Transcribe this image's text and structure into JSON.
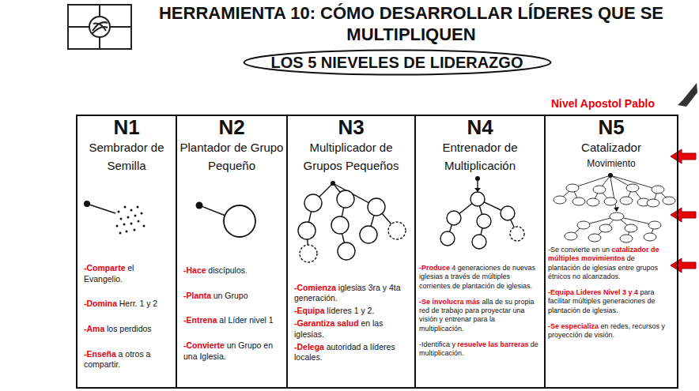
{
  "diagram": {
    "title": "HERRAMIENTA 10: CÓMO DESARROLLAR LÍDERES QUE SE MULTIPLIQUEN",
    "nodes": [
      {
        "text": [
          "LOS 5 NIEVELES DE LIDERAZGO"
        ]
      },
      {
        "text": [
          "N1",
          "Sembrador de Semilla",
          "-Comparte",
          "el Evangelio.",
          "-Domina",
          "Herr. 1 y 2",
          "-Ama",
          "los perdidos",
          "-Enseña",
          "a otros a compartir."
        ]
      },
      {
        "text": [
          "N2",
          "Plantador de Grupo Pequeño",
          "-Hace",
          "discípulos.",
          "-Planta",
          "un Grupo",
          "-Entrena",
          "al Líder nivel 1",
          "-Convierte",
          "un Grupo en una Iglesia."
        ]
      },
      {
        "text": [
          "N3",
          "Multiplicador de Grupos Pequeños",
          "-Comienza",
          "iglesias 3ra y 4ta generación.",
          "-Equipa",
          "líderes 1 y 2.",
          "-Garantiza salud",
          "en las iglesias.",
          "-Delega",
          "autoridad a líderes locales."
        ]
      },
      {
        "text": [
          "N4",
          "Entrenador de Multiplicación",
          "-Produce",
          "4 generaciones de nuevas iglesias a través de múltiples corrientes de plantación de iglesias.",
          "-Se involucra más",
          "alla de su propia red de trabajo para proyectar una visión y entrenar para la multiplicación.",
          "-Identifica y",
          "resuelve las barreras",
          "de multiplicación."
        ]
      },
      {
        "text": [
          "N5",
          "Catalizador",
          "Movimiento",
          "-Se convierte en un",
          "catalizador de múltiples movimientos",
          "de plantación de iglesias entre grupos étnicos no alcanzados.",
          "-Equipa Lideres Nivel 3 y 4",
          "para facilitar múltiples generaciones de plantación de iglesias.",
          "-Se especializa",
          "en redes, recursos y proyección de visión."
        ]
      }
    ],
    "labels": [
      "Nivel Apostol Pablo"
    ]
  }
}
